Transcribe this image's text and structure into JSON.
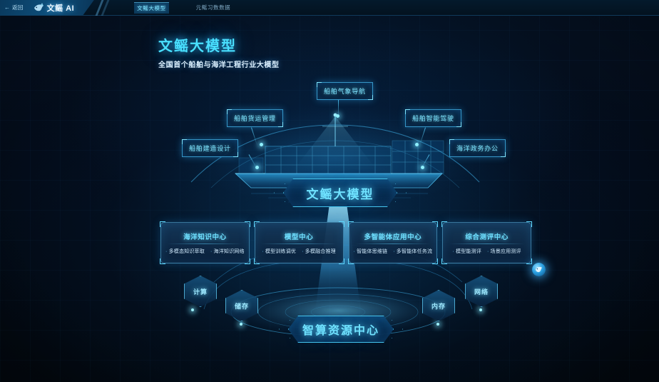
{
  "topbar": {
    "back_label": "返回",
    "back_icon": "arrow-left-icon",
    "brand_icon": "fish-logo-icon",
    "brand_name": "文鳐 AI",
    "nav": [
      {
        "label": "文鳐大模型",
        "active": true
      },
      {
        "label": "元鳐习数数据",
        "active": false
      }
    ]
  },
  "hero": {
    "title": "文鳐大模型",
    "subtitle": "全国首个船舶与海洋工程行业大模型"
  },
  "scenarios": [
    {
      "label": "船舶气象导航"
    },
    {
      "label": "船舶货运管理"
    },
    {
      "label": "船舶智能驾驶"
    },
    {
      "label": "船舶建造设计"
    },
    {
      "label": "海洋政务办公"
    }
  ],
  "center_banner": {
    "label": "文鳐大模型"
  },
  "cards": [
    {
      "title": "海洋知识中心",
      "items": [
        "多模态知识萃取",
        "海洋知识网络"
      ]
    },
    {
      "title": "模型中心",
      "items": [
        "模型训练调优",
        "多模融合推理"
      ]
    },
    {
      "title": "多智能体应用中心",
      "items": [
        "智能体思维链",
        "多智能体任务流"
      ]
    },
    {
      "title": "综合测评中心",
      "items": [
        "模型能测评",
        "场景应用测评"
      ]
    }
  ],
  "resources": [
    {
      "label": "计算"
    },
    {
      "label": "储存"
    },
    {
      "label": "内存"
    },
    {
      "label": "网络"
    }
  ],
  "bottom_banner": {
    "label": "智算资源中心"
  },
  "fab": {
    "icon": "assistant-icon"
  },
  "colors": {
    "accent": "#6fe2ff",
    "accent_deep": "#49e0ff",
    "panel": "#0a3a5e",
    "background": "#030912",
    "text": "#d9eefc"
  }
}
